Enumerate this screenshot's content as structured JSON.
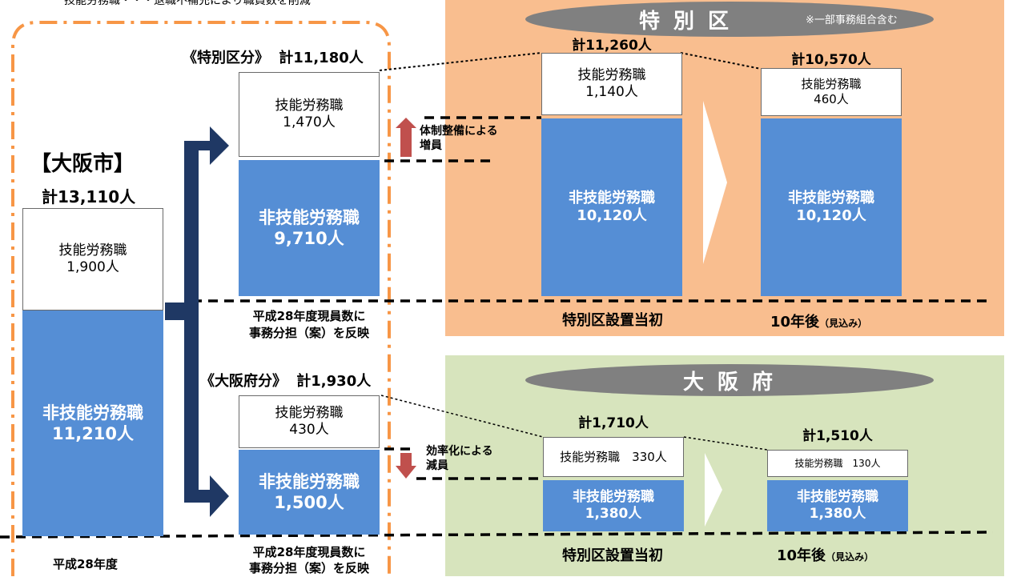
{
  "header_fragment": "技能労務職・・・退職不補充により職員数を削減",
  "osaka_city": {
    "title": "【大阪市】",
    "total": "計13,110人",
    "skilled_label": "技能労務職",
    "skilled_count": "1,900人",
    "non_skilled_label": "非技能労務職",
    "non_skilled_count": "11,210人",
    "year": "平成28年度"
  },
  "tokubetsu_share": {
    "title": "《特別区分》",
    "total": "計11,180人",
    "skilled_label": "技能労務職",
    "skilled_count": "1,470人",
    "non_skilled_label": "非技能労務職",
    "non_skilled_count": "9,710人",
    "note_line1": "平成28年度現員数に",
    "note_line2": "事務分担（案）を反映"
  },
  "fu_share": {
    "title": "《大阪府分》",
    "total": "計1,930人",
    "skilled_label": "技能労務職",
    "skilled_count": "430人",
    "non_skilled_label": "非技能労務職",
    "non_skilled_count": "1,500人",
    "note_line1": "平成28年度現員数に",
    "note_line2": "事務分担（案）を反映"
  },
  "increase_note": {
    "line1": "体制整備による",
    "line2": "増員"
  },
  "decrease_note": {
    "line1": "効率化による",
    "line2": "減員"
  },
  "tokubetsuku_panel": {
    "title": "特 別 区",
    "subnote": "※一部事務組合含む",
    "initial": {
      "total": "計11,260人",
      "skilled_label": "技能労務職",
      "skilled_count": "1,140人",
      "non_skilled_label": "非技能労務職",
      "non_skilled_count": "10,120人",
      "caption": "特別区設置当初"
    },
    "later": {
      "total": "計10,570人",
      "skilled_label": "技能労務職",
      "skilled_count": "460人",
      "non_skilled_label": "非技能労務職",
      "non_skilled_count": "10,120人",
      "caption": "10年後",
      "caption_small": "（見込み）"
    },
    "bg_color": "#f9be8f"
  },
  "osaka_fu_panel": {
    "title": "大 阪 府",
    "initial": {
      "total": "計1,710人",
      "skilled_text": "技能労務職　330人",
      "non_skilled_label": "非技能労務職",
      "non_skilled_count": "1,380人",
      "caption": "特別区設置当初"
    },
    "later": {
      "total": "計1,510人",
      "skilled_text": "技能労務職　130人",
      "non_skilled_label": "非技能労務職",
      "non_skilled_count": "1,380人",
      "caption": "10年後",
      "caption_small": "（見込み）"
    },
    "bg_color": "#d7e4bd"
  },
  "colors": {
    "bar_blue": "#558ed5",
    "arrow_navy": "#1f3864",
    "dash_orange": "#f79646",
    "up_arrow": "#c0504d",
    "ellipse_gray": "#808080"
  }
}
